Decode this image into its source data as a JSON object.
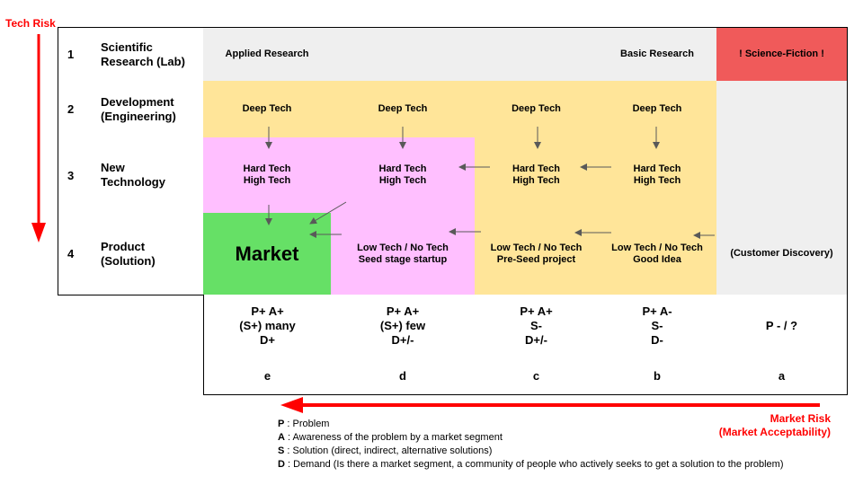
{
  "tech_risk_label": "Tech Risk",
  "market_risk_label": "Market Risk",
  "market_risk_sub": "(Market Acceptability)",
  "colors": {
    "gray": "#efefef",
    "orange": "#ffe599",
    "pink": "#ffbfff",
    "green": "#66e066",
    "red": "#f05a5a",
    "white": "#ffffff",
    "arrow_red": "#ff0000"
  },
  "rows": [
    {
      "num": "1",
      "label": "Scientific\nResearch (Lab)",
      "cells": [
        {
          "text": "Applied Research",
          "color": "gray"
        },
        {
          "text": "",
          "color": "gray"
        },
        {
          "text": "",
          "color": "gray"
        },
        {
          "text": "Basic Research",
          "color": "gray"
        },
        {
          "text": "! Science-Fiction !",
          "color": "red"
        }
      ]
    },
    {
      "num": "2",
      "label": "Development\n(Engineering)",
      "cells": [
        {
          "text": "Deep Tech",
          "color": "orange"
        },
        {
          "text": "Deep Tech",
          "color": "orange"
        },
        {
          "text": "Deep Tech",
          "color": "orange"
        },
        {
          "text": "Deep Tech",
          "color": "orange"
        },
        {
          "text": "",
          "color": "gray"
        }
      ]
    },
    {
      "num": "3",
      "label": "New\nTechnology",
      "cells": [
        {
          "text": "Hard Tech\nHigh Tech",
          "color": "pink"
        },
        {
          "text": "Hard Tech\nHigh Tech",
          "color": "pink"
        },
        {
          "text": "Hard Tech\nHigh Tech",
          "color": "orange"
        },
        {
          "text": "Hard Tech\nHigh Tech",
          "color": "orange"
        },
        {
          "text": "",
          "color": "gray"
        }
      ]
    },
    {
      "num": "4",
      "label": "Product\n(Solution)",
      "cells": [
        {
          "text": "Market",
          "color": "green"
        },
        {
          "text": "Low Tech / No Tech\nSeed stage startup",
          "color": "pink"
        },
        {
          "text": "Low Tech / No Tech\nPre-Seed project",
          "color": "orange"
        },
        {
          "text": "Low Tech / No Tech\nGood Idea",
          "color": "orange"
        },
        {
          "text": "(Customer Discovery)",
          "color": "gray"
        }
      ]
    }
  ],
  "criteria": [
    "P+ A+\n(S+) many\nD+",
    "P+ A+\n(S+) few\nD+/-",
    "P+ A+\nS-\nD+/-",
    "P+ A-\nS-\nD-",
    "P - / ?"
  ],
  "codes": [
    "e",
    "d",
    "c",
    "b",
    "a"
  ],
  "legend": [
    {
      "key": "P",
      "text": " : Problem"
    },
    {
      "key": "A",
      "text": " : Awareness of the problem by a market segment"
    },
    {
      "key": "S",
      "text": " : Solution (direct, indirect, alternative solutions)"
    },
    {
      "key": "D",
      "text": " : Demand (Is there a market segment, a community of people who actively seeks to get a solution to the problem)"
    }
  ]
}
